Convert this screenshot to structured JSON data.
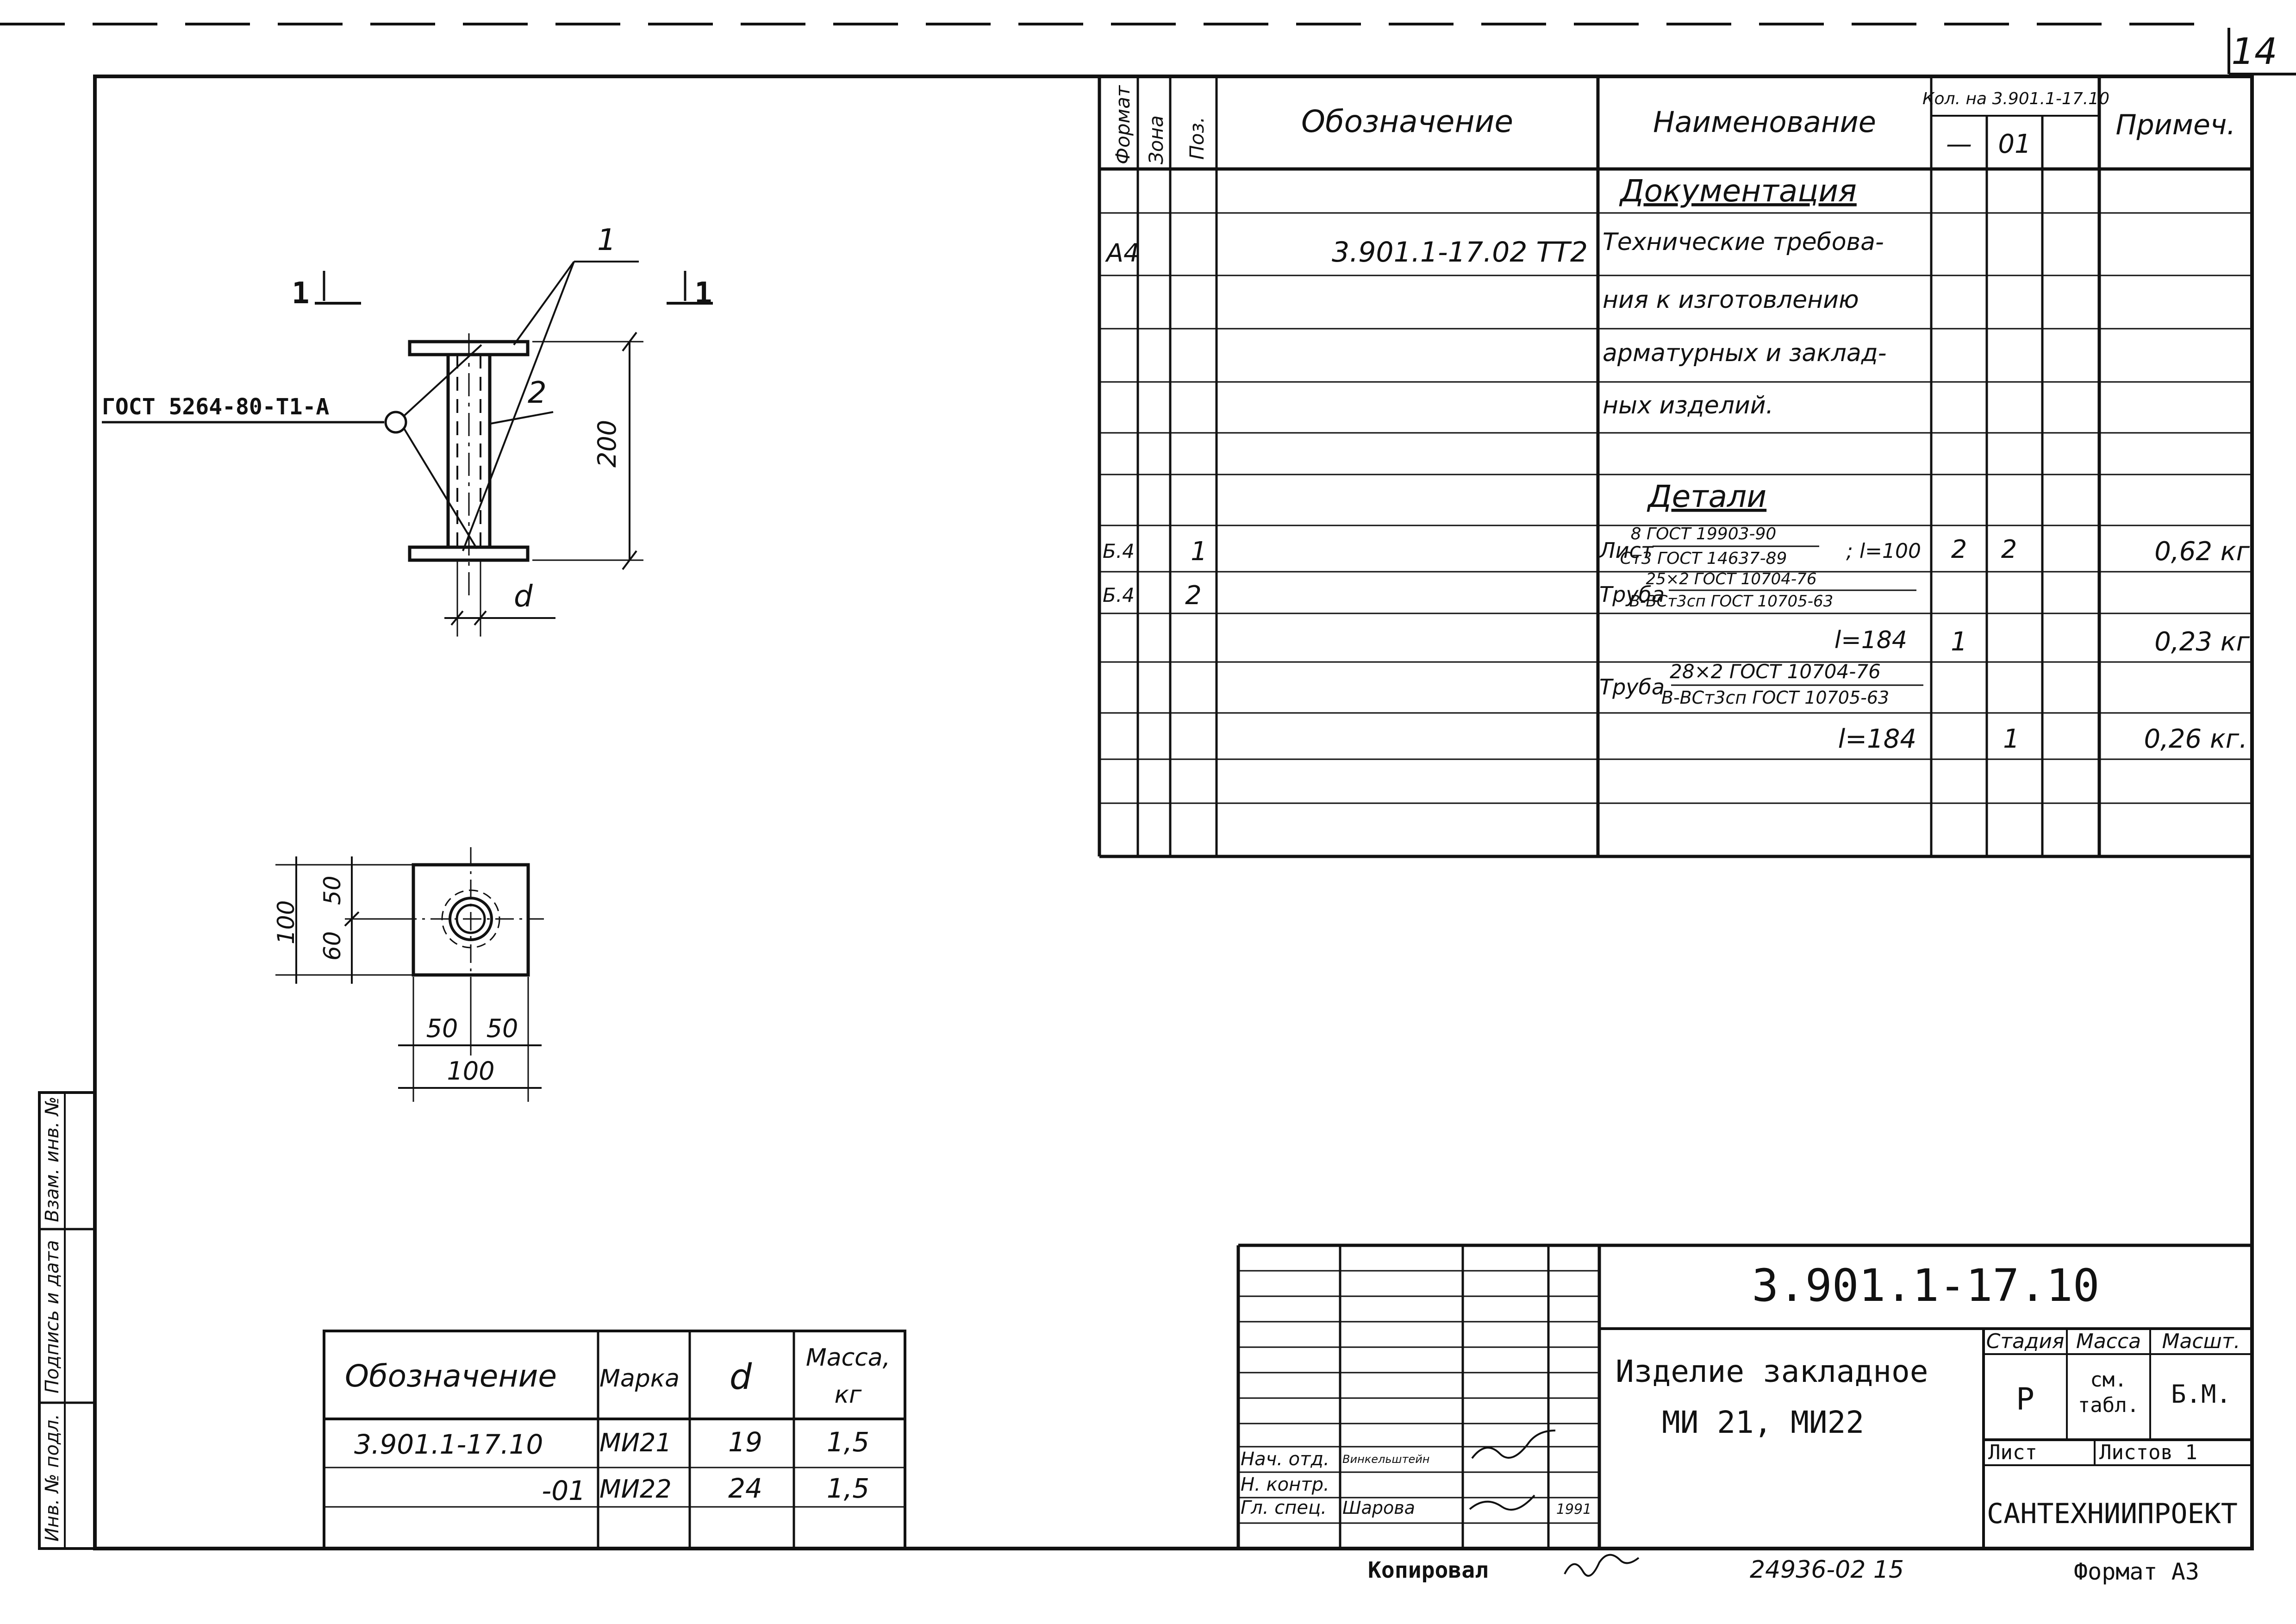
{
  "sheet_number": "14",
  "drawing": {
    "section_mark_left": "1",
    "section_mark_right": "1",
    "leader_label_1": "1",
    "leader_label_2": "2",
    "weld_note": "ГОСТ 5264-80-Т1-А",
    "dim_height": "200",
    "dim_d": "d",
    "plan_dim_left_outer": "100",
    "plan_dim_left_top": "50",
    "plan_dim_left_bottom": "60",
    "plan_dim_bottom_a": "50",
    "plan_dim_bottom_b": "50",
    "plan_dim_bottom_total": "100"
  },
  "spec_table": {
    "headers": {
      "format": "Формат",
      "zone": "Зона",
      "pos": "Поз.",
      "designation": "Обозначение",
      "name": "Наименование",
      "qty": "Кол. на 3.901.1-17.10",
      "qty_a": "—",
      "qty_b": "01",
      "note": "Примеч."
    },
    "section_docs": "Документация",
    "doc_row": {
      "format": "А4",
      "designation": "3.901.1-17.02 ТТ2",
      "name_lines": [
        "Технические требова-",
        "ния к изготовлению",
        "арматурных и заклад-",
        "ных изделий."
      ]
    },
    "section_parts": "Детали",
    "part1": {
      "format": "Б.4",
      "pos": "1",
      "prefix": "Лист",
      "numer": "8 ГОСТ 19903-90",
      "denom": "Ст3 ГОСТ 14637-89",
      "length": "; l=100",
      "qty_a": "2",
      "qty_b": "2",
      "note": "0,62 кг"
    },
    "part2": {
      "format": "Б.4",
      "pos": "2",
      "prefix": "Труба",
      "numer": "25×2 ГОСТ 10704-76",
      "denom": "В-ВСт3сп ГОСТ 10705-63",
      "length": "l=184",
      "qty_a": "1",
      "note": "0,23 кг"
    },
    "part3": {
      "prefix": "Труба",
      "numer": "28×2 ГОСТ 10704-76",
      "denom": "В-ВСт3сп ГОСТ 10705-63",
      "length": "l=184",
      "qty_b": "1",
      "note": "0,26 кг."
    }
  },
  "variants_table": {
    "headers": {
      "designation": "Обозначение",
      "mark": "Марка",
      "d": "d",
      "mass_line1": "Масса,",
      "mass_line2": "кг"
    },
    "rows": [
      {
        "designation": "3.901.1-17.10",
        "mark": "МИ21",
        "d": "19",
        "mass": "1,5"
      },
      {
        "designation": "-01",
        "mark": "МИ22",
        "d": "24",
        "mass": "1,5"
      }
    ]
  },
  "title_block": {
    "code": "3.901.1-17.10",
    "item_name_line1": "Изделие закладное",
    "item_name_line2": "МИ 21,  МИ22",
    "stage_label": "Стадия",
    "stage_value": "Р",
    "mass_label": "Масса",
    "mass_value_line1": "см.",
    "mass_value_line2": "табл.",
    "scale_label": "Масшт.",
    "scale_value": "Б.М.",
    "sheet_label": "Лист",
    "sheets_label": "Листов 1",
    "organization": "САНТЕХНИИПРОЕКТ",
    "staff": [
      {
        "role": "Нач. отд.",
        "name": "Винкельштейн",
        "year": ""
      },
      {
        "role": "Н. контр.",
        "name": "",
        "year": ""
      },
      {
        "role": "Гл. спец.",
        "name": "Шарова",
        "year": "1991"
      }
    ]
  },
  "side_stamp": {
    "field1": "Инв. № подл.",
    "field2": "Подпись и дата",
    "field3": "Взам. инв. №"
  },
  "footer": {
    "copied_label": "Копировал",
    "order_number": "24936-02  15",
    "format_label": "Формат А3"
  }
}
